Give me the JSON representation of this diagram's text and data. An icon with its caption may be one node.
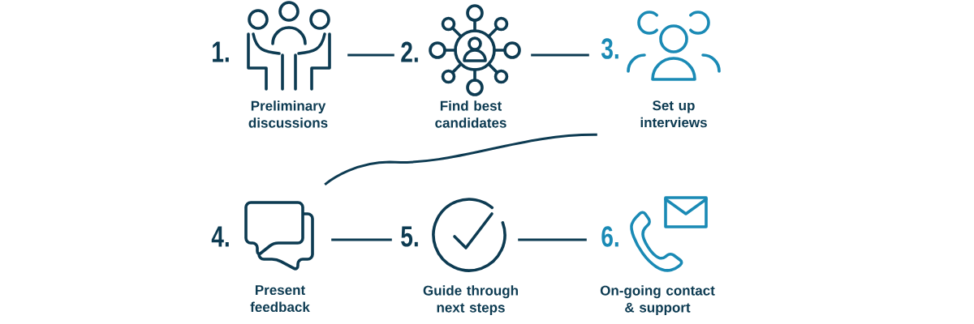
{
  "diagram": {
    "nodes": [
      {
        "text": [
          "1.",
          "Preliminary discussions"
        ]
      },
      {
        "text": [
          "2.",
          "Find best candidates"
        ]
      },
      {
        "text": [
          "3.",
          "Set up interviews"
        ]
      },
      {
        "text": [
          "4.",
          "Present feedback"
        ]
      },
      {
        "text": [
          "5.",
          "Guide through next steps"
        ]
      },
      {
        "text": [
          "6.",
          "On-going contact & support"
        ]
      }
    ],
    "edges": [
      {
        "from": 0,
        "to": 1,
        "arrow": "none"
      },
      {
        "from": 1,
        "to": 2,
        "arrow": "none"
      },
      {
        "from": 2,
        "to": 3,
        "arrow": "none"
      },
      {
        "from": 3,
        "to": 4,
        "arrow": "none"
      },
      {
        "from": 4,
        "to": 5,
        "arrow": "none"
      }
    ]
  }
}
